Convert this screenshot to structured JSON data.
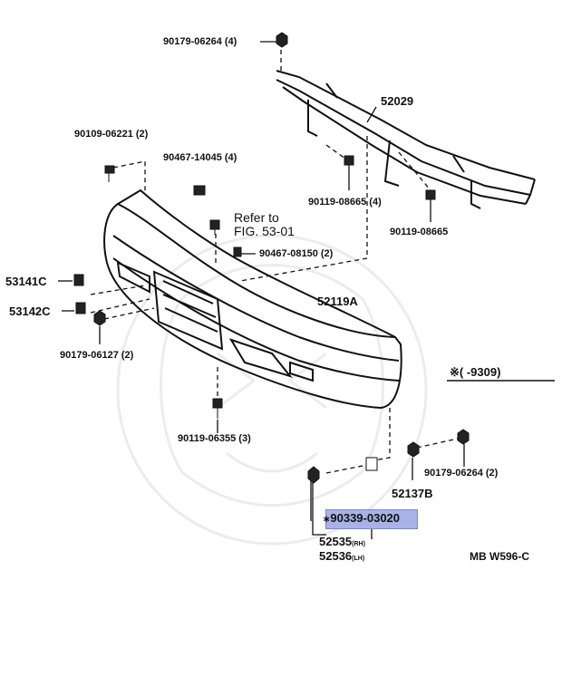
{
  "diagram": {
    "labels": {
      "p1": "90179-06264 (4)",
      "p2": "52029",
      "p3": "90109-06221 (2)",
      "p4": "90467-14045 (4)",
      "p5": "90119-08665 (4)",
      "p6": "90119-08665",
      "p7a": "Refer to",
      "p7b": "FIG. 53-01",
      "p8": "90467-08150 (2)",
      "p9": "53141C",
      "p10": "53142C",
      "p11": "52119A",
      "p12": "90179-06127 (2)",
      "p13": "90119-06355 (3)",
      "p14": "90179-06264 (2)",
      "p15": "52137B",
      "p16": "90339-03020",
      "p17": "52535",
      "p17s": "(RH)",
      "p18": "52536",
      "p18s": "(LH)",
      "note_star": "※",
      "note": "( -9309)",
      "code": "MB W596-C"
    },
    "highlight_color": "#a9b2e6"
  }
}
